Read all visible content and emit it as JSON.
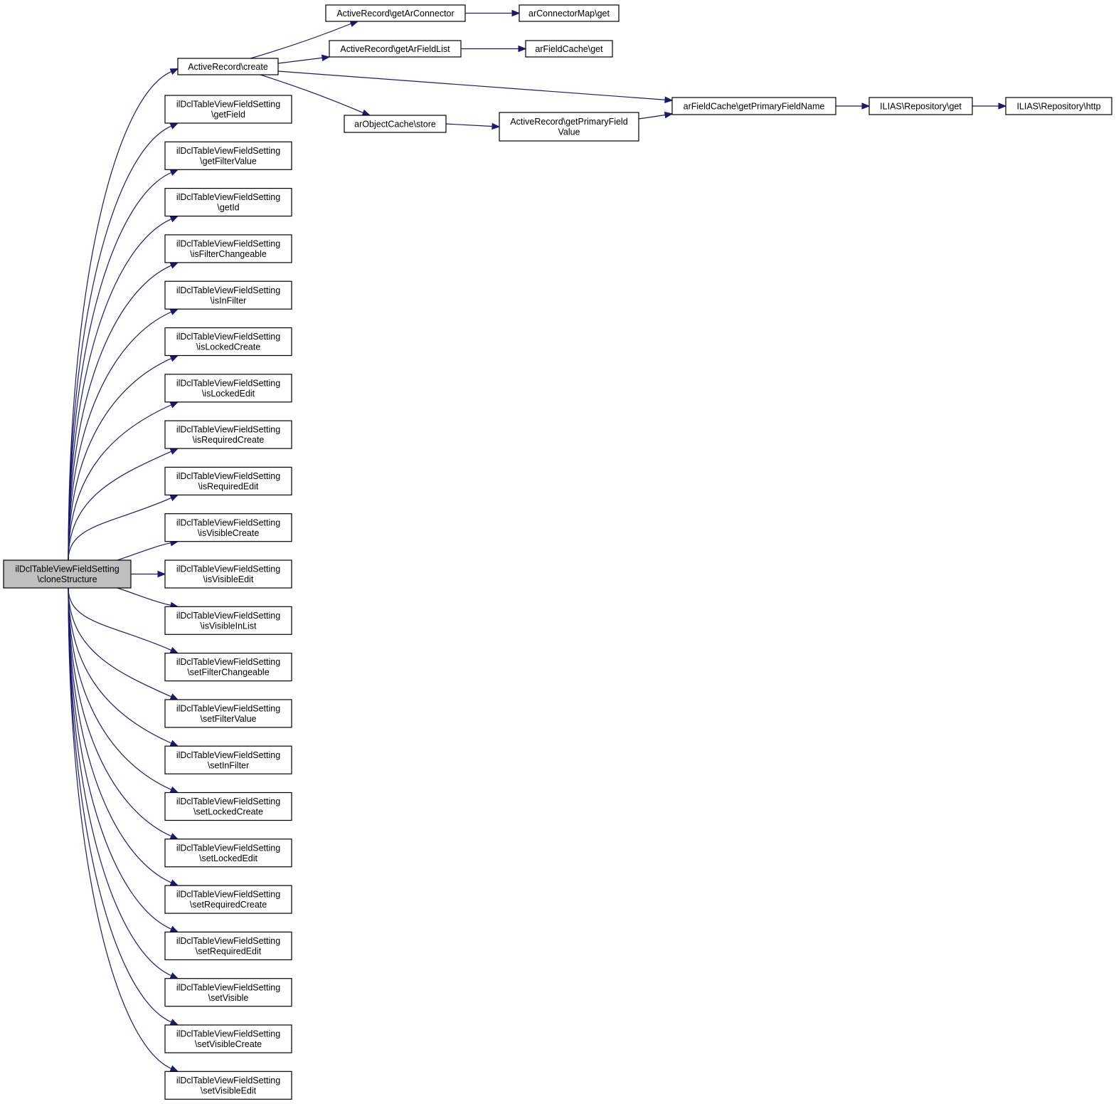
{
  "colors": {
    "edge": "#191970",
    "node_fill": "#ffffff",
    "root_fill": "#bfbfbf",
    "border": "#000000"
  },
  "nodes": {
    "root": {
      "lines": [
        "ilDclTableViewFieldSetting",
        "\\cloneStructure"
      ]
    },
    "create": {
      "lines": [
        "ActiveRecord\\create"
      ]
    },
    "getArConnector": {
      "lines": [
        "ActiveRecord\\getArConnector"
      ]
    },
    "arConnGet": {
      "lines": [
        "arConnectorMap\\get"
      ]
    },
    "getArFieldList": {
      "lines": [
        "ActiveRecord\\getArFieldList"
      ]
    },
    "arFieldCacheGet": {
      "lines": [
        "arFieldCache\\get"
      ]
    },
    "store": {
      "lines": [
        "arObjectCache\\store"
      ]
    },
    "getPFV": {
      "lines": [
        "ActiveRecord\\getPrimaryField",
        "Value"
      ]
    },
    "getPFN": {
      "lines": [
        "arFieldCache\\getPrimaryFieldName"
      ]
    },
    "repoGet": {
      "lines": [
        "ILIAS\\Repository\\get"
      ]
    },
    "repoHttp": {
      "lines": [
        "ILIAS\\Repository\\http"
      ]
    },
    "m_getField": {
      "lines": [
        "ilDclTableViewFieldSetting",
        "\\getField"
      ]
    },
    "m_getFilterValue": {
      "lines": [
        "ilDclTableViewFieldSetting",
        "\\getFilterValue"
      ]
    },
    "m_getId": {
      "lines": [
        "ilDclTableViewFieldSetting",
        "\\getId"
      ]
    },
    "m_isFilterChangeable": {
      "lines": [
        "ilDclTableViewFieldSetting",
        "\\isFilterChangeable"
      ]
    },
    "m_isInFilter": {
      "lines": [
        "ilDclTableViewFieldSetting",
        "\\isInFilter"
      ]
    },
    "m_isLockedCreate": {
      "lines": [
        "ilDclTableViewFieldSetting",
        "\\isLockedCreate"
      ]
    },
    "m_isLockedEdit": {
      "lines": [
        "ilDclTableViewFieldSetting",
        "\\isLockedEdit"
      ]
    },
    "m_isRequiredCreate": {
      "lines": [
        "ilDclTableViewFieldSetting",
        "\\isRequiredCreate"
      ]
    },
    "m_isRequiredEdit": {
      "lines": [
        "ilDclTableViewFieldSetting",
        "\\isRequiredEdit"
      ]
    },
    "m_isVisibleCreate": {
      "lines": [
        "ilDclTableViewFieldSetting",
        "\\isVisibleCreate"
      ]
    },
    "m_isVisibleEdit": {
      "lines": [
        "ilDclTableViewFieldSetting",
        "\\isVisibleEdit"
      ]
    },
    "m_isVisibleInList": {
      "lines": [
        "ilDclTableViewFieldSetting",
        "\\isVisibleInList"
      ]
    },
    "m_setFilterChangeable": {
      "lines": [
        "ilDclTableViewFieldSetting",
        "\\setFilterChangeable"
      ]
    },
    "m_setFilterValue": {
      "lines": [
        "ilDclTableViewFieldSetting",
        "\\setFilterValue"
      ]
    },
    "m_setInFilter": {
      "lines": [
        "ilDclTableViewFieldSetting",
        "\\setInFilter"
      ]
    },
    "m_setLockedCreate": {
      "lines": [
        "ilDclTableViewFieldSetting",
        "\\setLockedCreate"
      ]
    },
    "m_setLockedEdit": {
      "lines": [
        "ilDclTableViewFieldSetting",
        "\\setLockedEdit"
      ]
    },
    "m_setRequiredCreate": {
      "lines": [
        "ilDclTableViewFieldSetting",
        "\\setRequiredCreate"
      ]
    },
    "m_setRequiredEdit": {
      "lines": [
        "ilDclTableViewFieldSetting",
        "\\setRequiredEdit"
      ]
    },
    "m_setVisible": {
      "lines": [
        "ilDclTableViewFieldSetting",
        "\\setVisible"
      ]
    },
    "m_setVisibleCreate": {
      "lines": [
        "ilDclTableViewFieldSetting",
        "\\setVisibleCreate"
      ]
    },
    "m_setVisibleEdit": {
      "lines": [
        "ilDclTableViewFieldSetting",
        "\\setVisibleEdit"
      ]
    }
  },
  "edges": [
    [
      "root",
      "create"
    ],
    [
      "root",
      "m_getField"
    ],
    [
      "root",
      "m_getFilterValue"
    ],
    [
      "root",
      "m_getId"
    ],
    [
      "root",
      "m_isFilterChangeable"
    ],
    [
      "root",
      "m_isInFilter"
    ],
    [
      "root",
      "m_isLockedCreate"
    ],
    [
      "root",
      "m_isLockedEdit"
    ],
    [
      "root",
      "m_isRequiredCreate"
    ],
    [
      "root",
      "m_isRequiredEdit"
    ],
    [
      "root",
      "m_isVisibleCreate"
    ],
    [
      "root",
      "m_isVisibleEdit"
    ],
    [
      "root",
      "m_isVisibleInList"
    ],
    [
      "root",
      "m_setFilterChangeable"
    ],
    [
      "root",
      "m_setFilterValue"
    ],
    [
      "root",
      "m_setInFilter"
    ],
    [
      "root",
      "m_setLockedCreate"
    ],
    [
      "root",
      "m_setLockedEdit"
    ],
    [
      "root",
      "m_setRequiredCreate"
    ],
    [
      "root",
      "m_setRequiredEdit"
    ],
    [
      "root",
      "m_setVisible"
    ],
    [
      "root",
      "m_setVisibleCreate"
    ],
    [
      "root",
      "m_setVisibleEdit"
    ],
    [
      "create",
      "getArConnector"
    ],
    [
      "create",
      "getArFieldList"
    ],
    [
      "create",
      "getPFN"
    ],
    [
      "create",
      "store"
    ],
    [
      "getArConnector",
      "arConnGet"
    ],
    [
      "getArFieldList",
      "arFieldCacheGet"
    ],
    [
      "store",
      "getPFV"
    ],
    [
      "getPFV",
      "getPFN"
    ],
    [
      "getPFN",
      "repoGet"
    ],
    [
      "repoGet",
      "repoHttp"
    ]
  ]
}
